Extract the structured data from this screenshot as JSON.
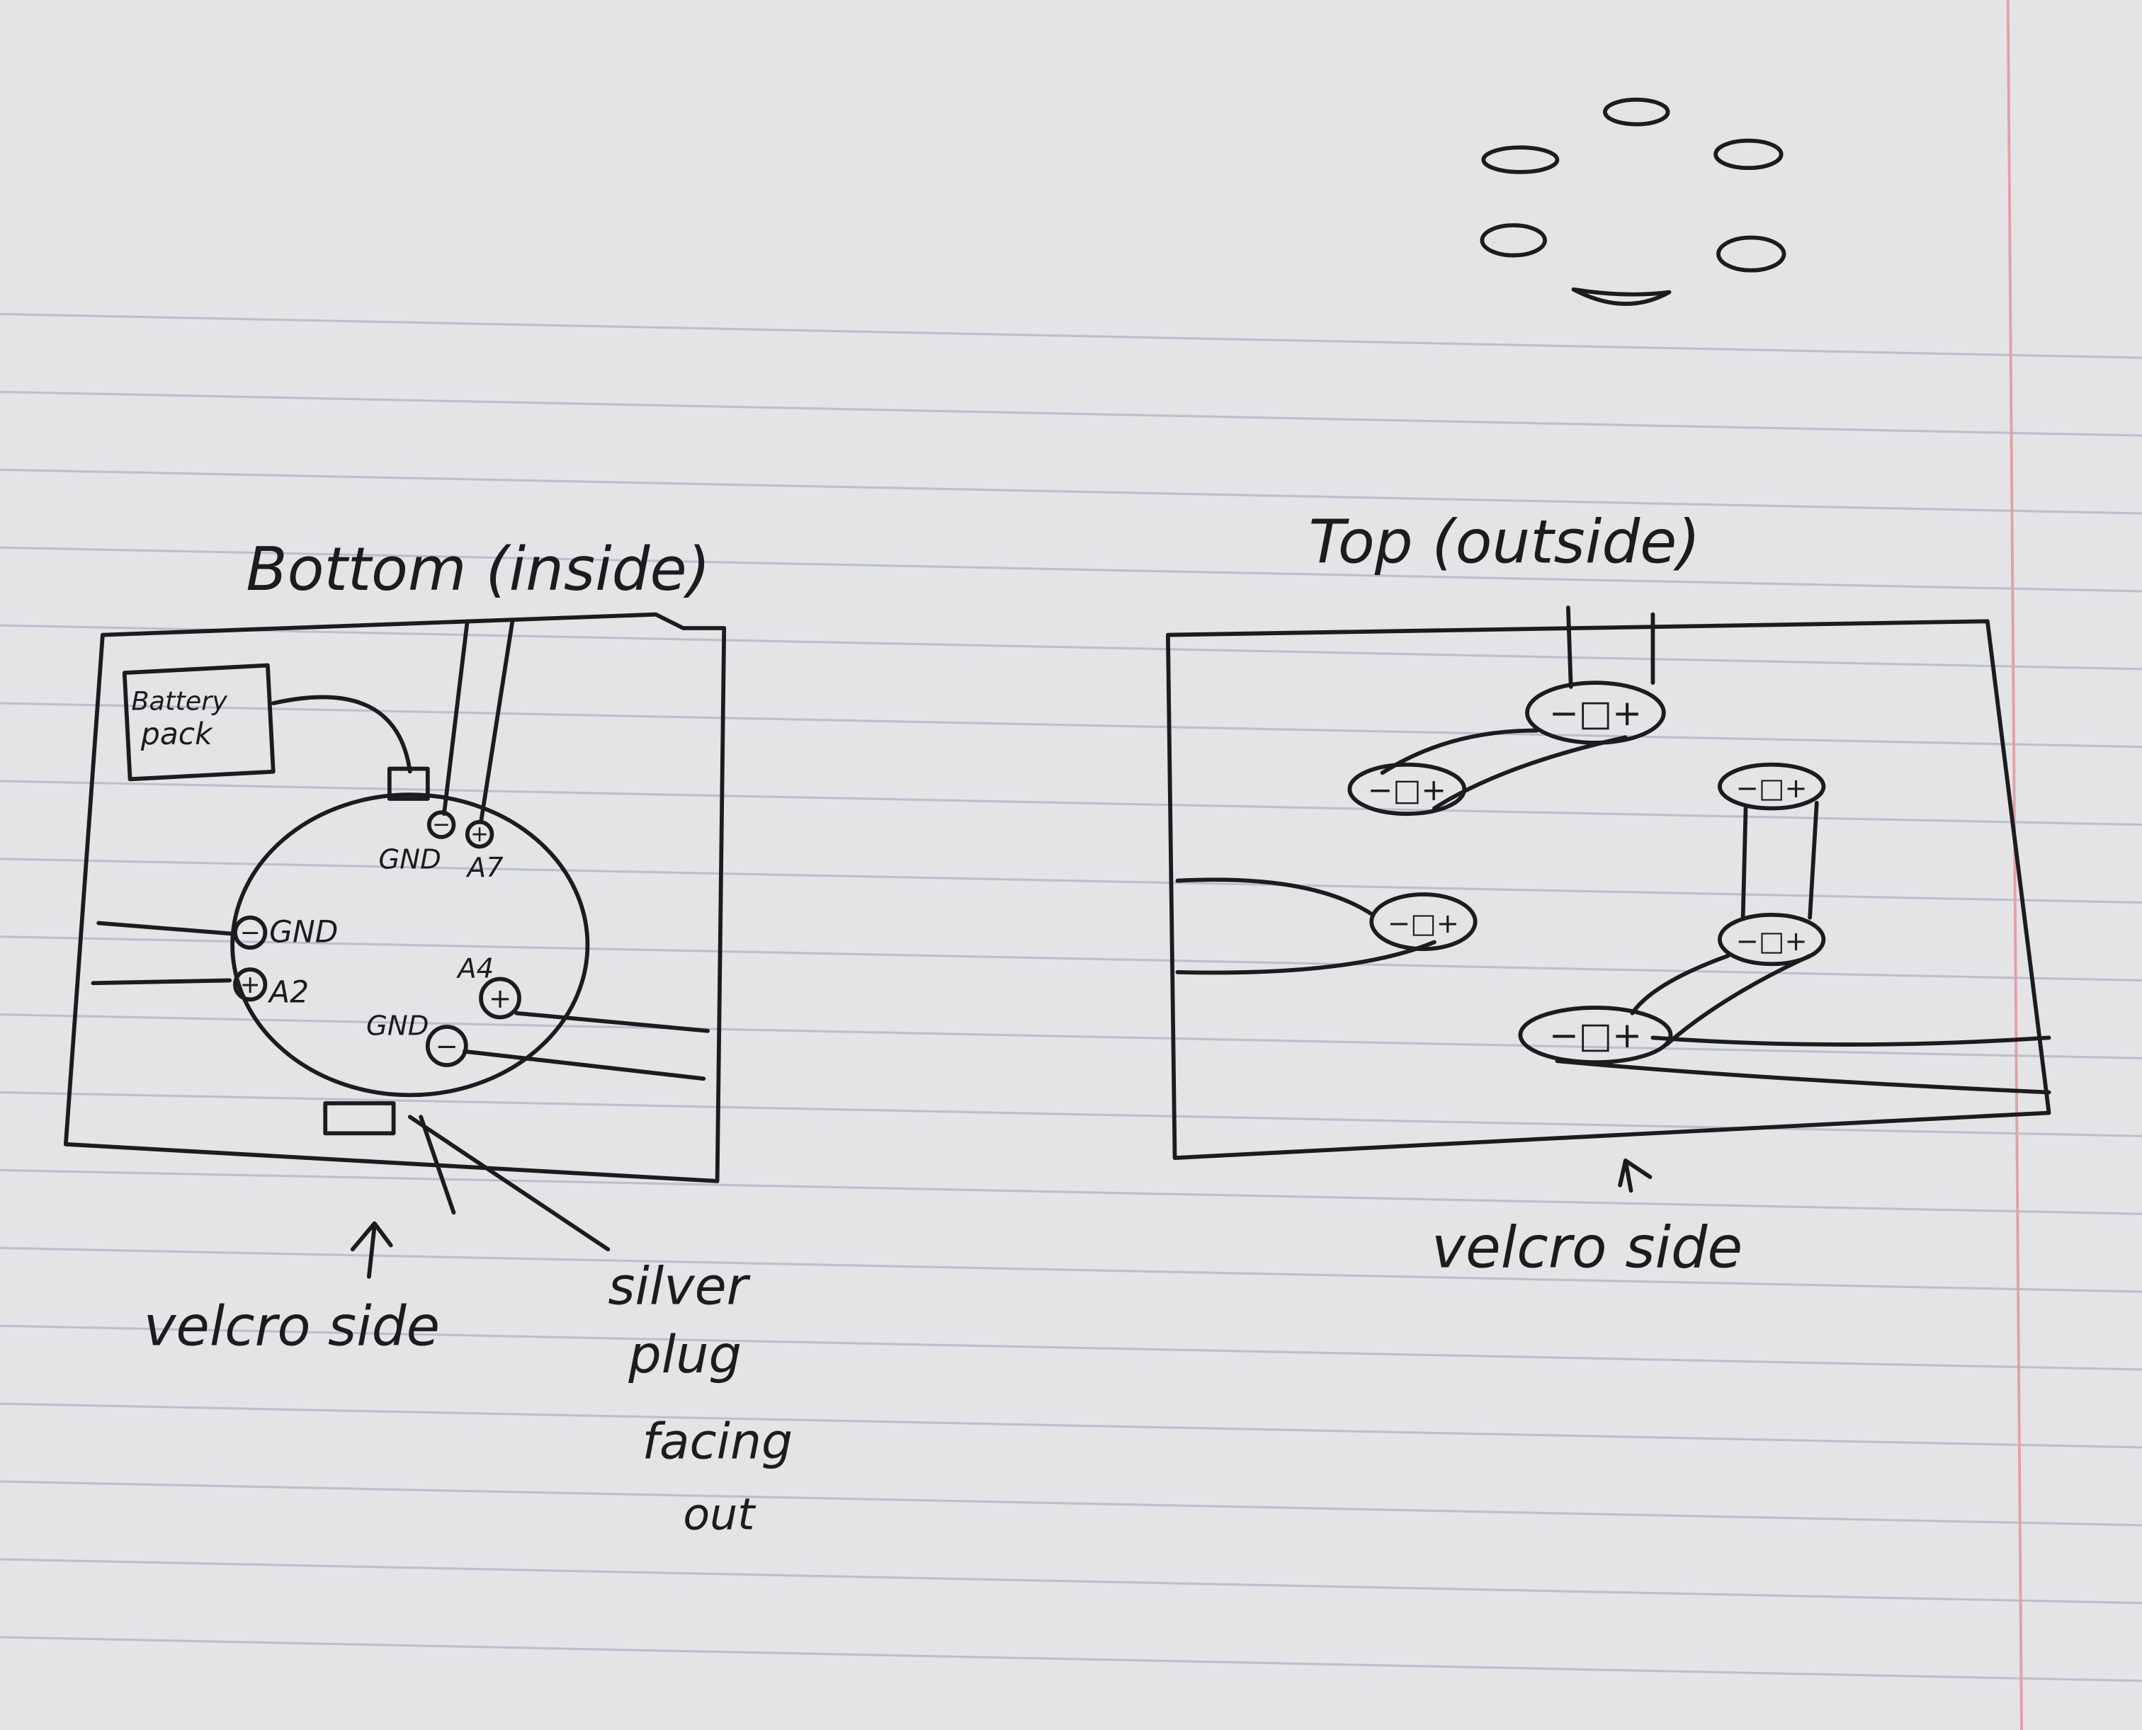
{
  "paper": {
    "background": "#e4e4e6",
    "rule_color": "#b9bfd0",
    "margin_color": "#e3a0a8",
    "ink_color": "#1c1c1e"
  },
  "bottom_diagram": {
    "title": "Bottom (inside)",
    "battery_label_1": "Battery",
    "battery_label_2": "pack",
    "pads": [
      {
        "label": "GND",
        "polarity": "−"
      },
      {
        "label": "A7",
        "polarity": "+"
      },
      {
        "label": "GND",
        "polarity": "−"
      },
      {
        "label": "A2",
        "polarity": "+"
      },
      {
        "label": "A4",
        "polarity": "+"
      },
      {
        "label": "GND",
        "polarity": "−"
      }
    ],
    "velcro_label": "velcro side",
    "plug_note": [
      "silver",
      "plug",
      "facing",
      "out"
    ]
  },
  "top_diagram": {
    "title": "Top (outside)",
    "led_marker": "−□+",
    "velcro_label": "velcro side"
  }
}
